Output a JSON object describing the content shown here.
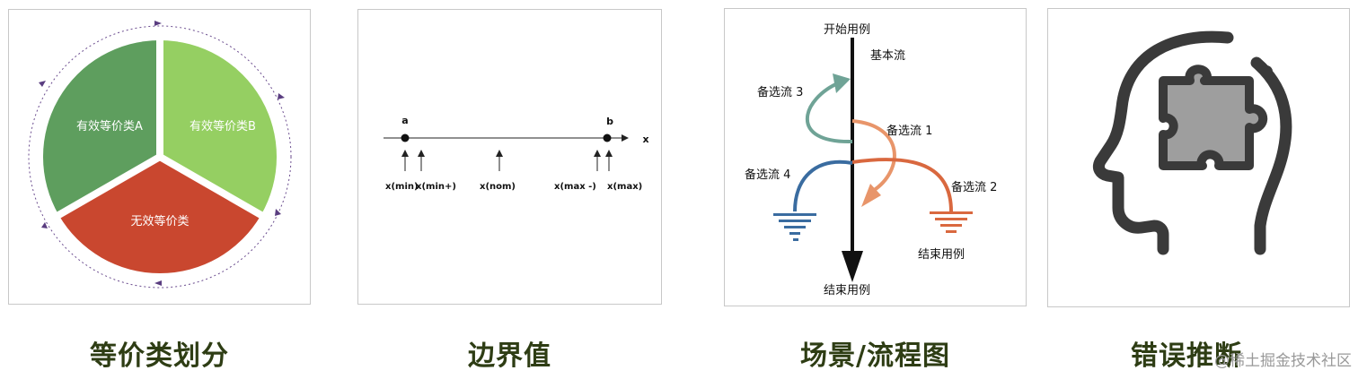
{
  "panels": {
    "equivalence": {
      "class_a": "有效等价类A",
      "class_b": "有效等价类B",
      "class_invalid": "无效等价类",
      "colors": {
        "a": "#5e9e5e",
        "b": "#95cf62",
        "invalid": "#c9472f",
        "ring": "#6b4d8f"
      },
      "caption": "等价类划分"
    },
    "boundary": {
      "point_a": "a",
      "point_b": "b",
      "axis": "x",
      "labels": [
        "x(min)",
        "x(min+)",
        "x(nom)",
        "x(max -)",
        "x(max)"
      ],
      "caption": "边界值"
    },
    "scenario": {
      "start": "开始用例",
      "basic": "基本流",
      "alt1": "备选流 1",
      "alt2": "备选流 2",
      "alt3": "备选流 3",
      "alt4": "备选流 4",
      "end_side": "结束用例",
      "end_bottom": "结束用例",
      "colors": {
        "alt1": "#e8956a",
        "alt2": "#d9683f",
        "alt3": "#6fa396",
        "alt4": "#3a6ca0"
      },
      "caption": "场景/流程图"
    },
    "error_guess": {
      "icon": "head-puzzle-icon",
      "caption": "错误推断"
    }
  },
  "watermark": "@稀土掘金技术社区"
}
